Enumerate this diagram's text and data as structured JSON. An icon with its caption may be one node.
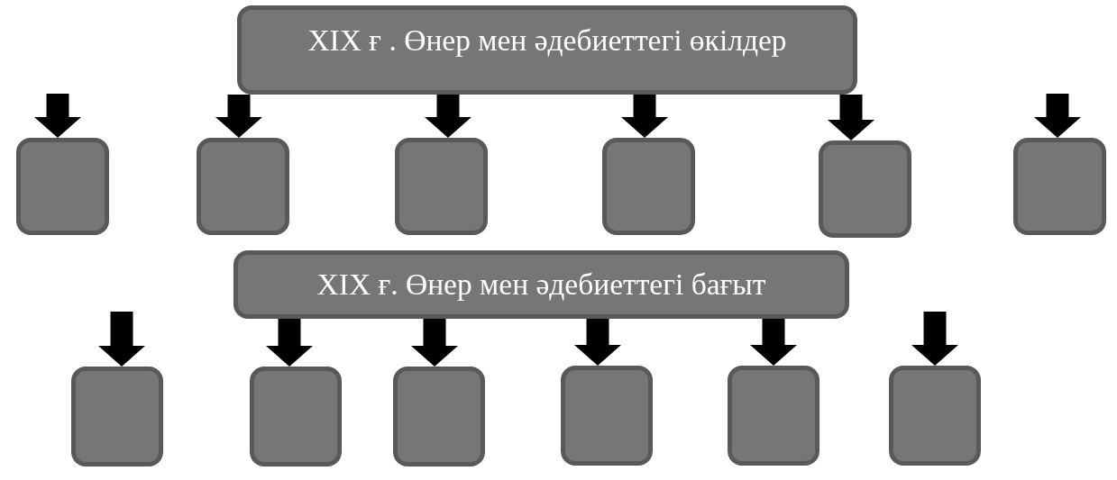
{
  "diagram": {
    "nodes": [
      {
        "text": [
          "XIX ғ . Өнер мен әдебиеттегі өкілдер"
        ]
      },
      {
        "text": [],
        "shape": "box"
      },
      {
        "text": [],
        "shape": "box"
      },
      {
        "text": [],
        "shape": "box"
      },
      {
        "text": [],
        "shape": "box"
      },
      {
        "text": [],
        "shape": "box"
      },
      {
        "text": [],
        "shape": "box"
      },
      {
        "text": [
          "XIX ғ. Өнер мен әдебиеттегі бағыт"
        ]
      },
      {
        "text": [],
        "shape": "box"
      },
      {
        "text": [],
        "shape": "box"
      },
      {
        "text": [],
        "shape": "box"
      },
      {
        "text": [],
        "shape": "box"
      },
      {
        "text": [],
        "shape": "box"
      },
      {
        "text": [],
        "shape": "box"
      }
    ],
    "edges": [
      {
        "from": null,
        "to": 1,
        "arrow": "to"
      },
      {
        "from": 0,
        "to": 2,
        "arrow": "to"
      },
      {
        "from": 0,
        "to": 3,
        "arrow": "to"
      },
      {
        "from": 0,
        "to": 4,
        "arrow": "to"
      },
      {
        "from": 0,
        "to": 5,
        "arrow": "to"
      },
      {
        "from": null,
        "to": 6,
        "arrow": "to"
      },
      {
        "from": null,
        "to": 8,
        "arrow": "to"
      },
      {
        "from": 7,
        "to": 9,
        "arrow": "to"
      },
      {
        "from": 7,
        "to": 10,
        "arrow": "to"
      },
      {
        "from": 7,
        "to": 11,
        "arrow": "to"
      },
      {
        "from": 7,
        "to": 12,
        "arrow": "to"
      },
      {
        "from": null,
        "to": 13,
        "arrow": "to"
      }
    ]
  }
}
